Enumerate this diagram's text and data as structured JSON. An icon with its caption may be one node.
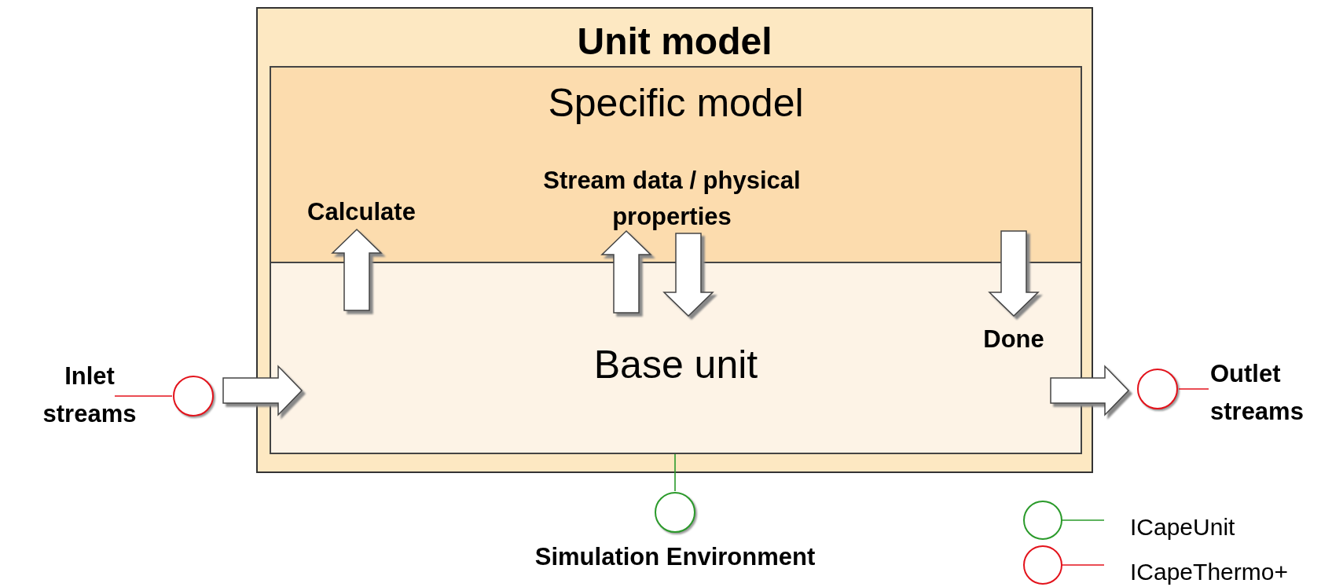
{
  "diagram": {
    "nodes": [
      {
        "text": [
          "Unit model"
        ]
      },
      {
        "text": [
          "Specific model"
        ],
        "in": 0
      },
      {
        "text": [
          "Base unit"
        ],
        "in": 0
      },
      {
        "text": [
          "Inlet streams"
        ]
      },
      {
        "text": [],
        "shape": "circle"
      },
      {
        "text": [],
        "shape": "circle"
      },
      {
        "text": [
          "Outlet streams"
        ]
      },
      {
        "text": [],
        "shape": "circle",
        "beside": [
          "Simulation Environment"
        ]
      }
    ],
    "edges": [
      {
        "from": 3,
        "to": 4,
        "arrow": "none",
        "color": "#e3121b"
      },
      {
        "from": 4,
        "to": 2,
        "arrow": "to"
      },
      {
        "from": 2,
        "to": 5,
        "arrow": "to"
      },
      {
        "from": 5,
        "to": 6,
        "arrow": "none",
        "color": "#e3121b"
      },
      {
        "from": 2,
        "to": 7,
        "arrow": "none",
        "color": "#2a9a2a"
      },
      {
        "from": 2,
        "to": 1,
        "arrow": "to",
        "label": "Calculate"
      },
      {
        "from": 2,
        "to": 1,
        "arrow": "to",
        "label": "Stream data / physical properties"
      },
      {
        "from": 1,
        "to": 2,
        "arrow": "to"
      },
      {
        "from": 1,
        "to": 2,
        "arrow": "to",
        "label": "Done"
      }
    ],
    "legend": [
      {
        "text": "ICapeUnit"
      },
      {
        "text": "ICapeThermo+"
      }
    ]
  }
}
